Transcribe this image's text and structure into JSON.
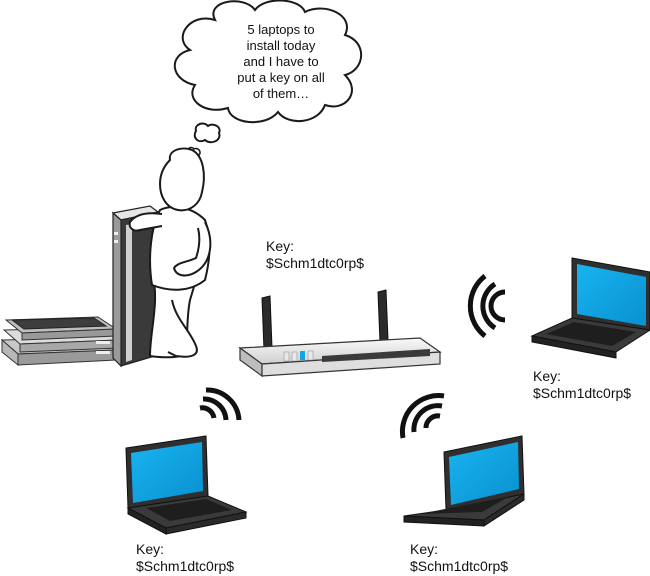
{
  "thought_bubble": {
    "lines": [
      "5 laptops to",
      "install today",
      "and I have to",
      "put a key on all",
      "of them…"
    ]
  },
  "router_label": {
    "key_label": "Key:",
    "key_value": "$Schm1dtc0rp$"
  },
  "laptop_labels": [
    {
      "key_label": "Key:",
      "key_value": "$Schm1dtc0rp$"
    },
    {
      "key_label": "Key:",
      "key_value": "$Schm1dtc0rp$"
    },
    {
      "key_label": "Key:",
      "key_value": "$Schm1dtc0rp$"
    }
  ],
  "colors": {
    "screen": "#0fa7e6",
    "laptop_body": "#2f2f2f",
    "router_body": "#f1f1f1",
    "server_dark": "#3a3a3a",
    "outline": "#222222"
  },
  "icons": [
    "thought-bubble-icon",
    "person-icon",
    "server-rack-icon",
    "router-icon",
    "laptop-icon",
    "wireless-signal-icon"
  ]
}
